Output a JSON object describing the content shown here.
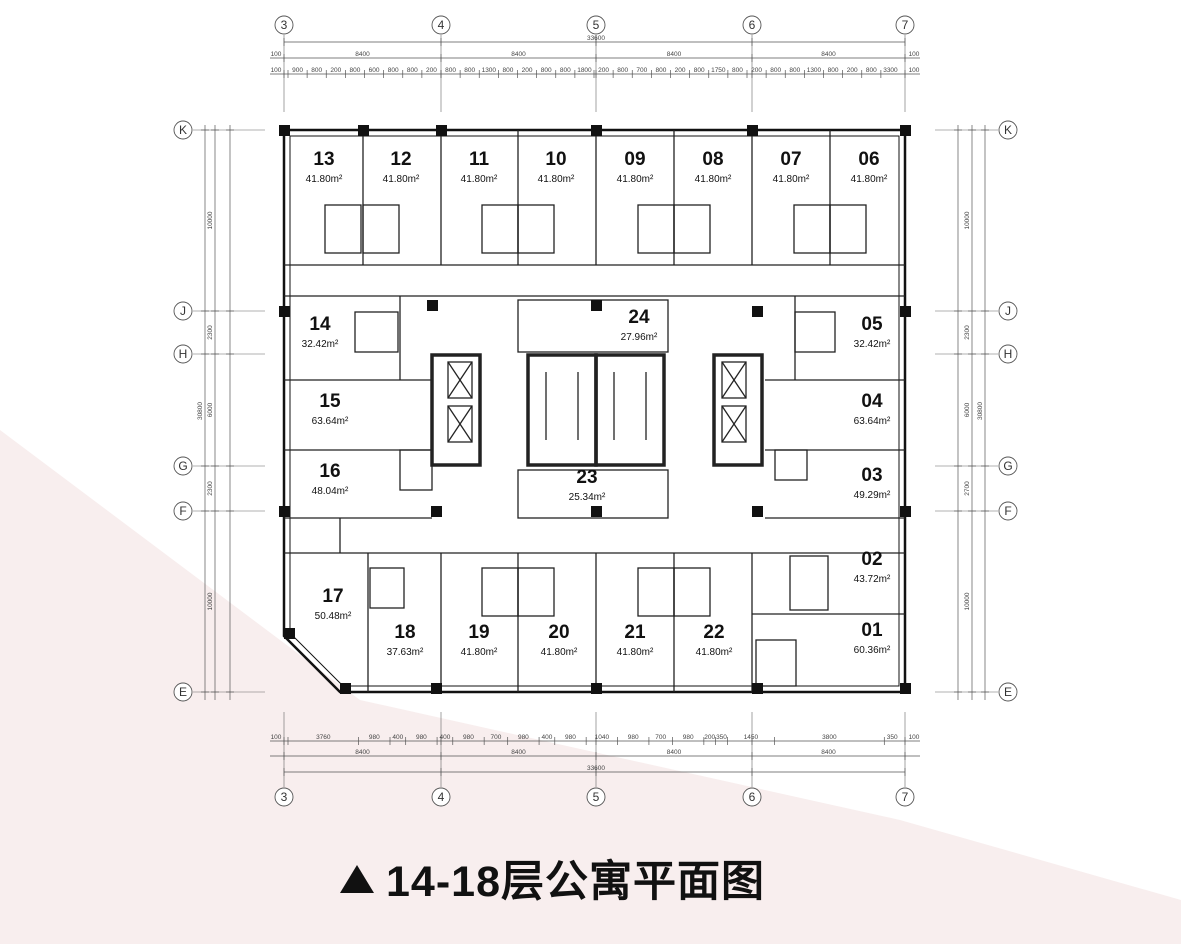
{
  "title": "14-18层公寓平面图",
  "title_marker": "triangle-up",
  "colors": {
    "line": "#111111",
    "wall": "#111111",
    "background_tint": "#f7eded",
    "thin_line": "#555555"
  },
  "axes": {
    "vertical_lines": [
      "3",
      "4",
      "5",
      "6",
      "7"
    ],
    "horizontal_lines": [
      "K",
      "J",
      "H",
      "G",
      "F",
      "E"
    ]
  },
  "dimensions": {
    "top_total": "33600",
    "top_bays": [
      "8400",
      "8400",
      "8400",
      "8400"
    ],
    "top_edge": "100",
    "top_detail": [
      "900",
      "800",
      "200",
      "800",
      "600",
      "800",
      "800",
      "200",
      "800",
      "800",
      "1300",
      "800",
      "200",
      "800",
      "800",
      "1800",
      "200",
      "800",
      "700",
      "800",
      "200",
      "800",
      "1750",
      "800",
      "200",
      "800",
      "800",
      "1300",
      "800",
      "200",
      "800",
      "3300"
    ],
    "bottom_total": "33600",
    "bottom_bays": [
      "8400",
      "8400",
      "8400",
      "8400"
    ],
    "bottom_detail": [
      "3760",
      "980",
      "400",
      "980",
      "400",
      "980",
      "700",
      "980",
      "400",
      "980",
      "1040",
      "980",
      "700",
      "980",
      "200",
      "350",
      "1450",
      "3800",
      "350"
    ],
    "left_total": "30800",
    "left_segments": [
      "10000",
      "2300",
      "6000",
      "2300",
      "10000"
    ],
    "right_total": "30800",
    "right_segments": [
      "10000",
      "2300",
      "6000",
      "2700",
      "10000"
    ]
  },
  "units": [
    {
      "num": "13",
      "area": "41.80"
    },
    {
      "num": "12",
      "area": "41.80"
    },
    {
      "num": "11",
      "area": "41.80"
    },
    {
      "num": "10",
      "area": "41.80"
    },
    {
      "num": "09",
      "area": "41.80"
    },
    {
      "num": "08",
      "area": "41.80"
    },
    {
      "num": "07",
      "area": "41.80"
    },
    {
      "num": "06",
      "area": "41.80"
    },
    {
      "num": "14",
      "area": "32.42"
    },
    {
      "num": "24",
      "area": "27.96"
    },
    {
      "num": "05",
      "area": "32.42"
    },
    {
      "num": "15",
      "area": "63.64"
    },
    {
      "num": "04",
      "area": "63.64"
    },
    {
      "num": "16",
      "area": "48.04"
    },
    {
      "num": "23",
      "area": "25.34"
    },
    {
      "num": "03",
      "area": "49.29"
    },
    {
      "num": "02",
      "area": "43.72"
    },
    {
      "num": "17",
      "area": "50.48"
    },
    {
      "num": "18",
      "area": "37.63"
    },
    {
      "num": "19",
      "area": "41.80"
    },
    {
      "num": "20",
      "area": "41.80"
    },
    {
      "num": "21",
      "area": "41.80"
    },
    {
      "num": "22",
      "area": "41.80"
    },
    {
      "num": "01",
      "area": "60.36"
    }
  ],
  "area_unit_suffix": "m²"
}
